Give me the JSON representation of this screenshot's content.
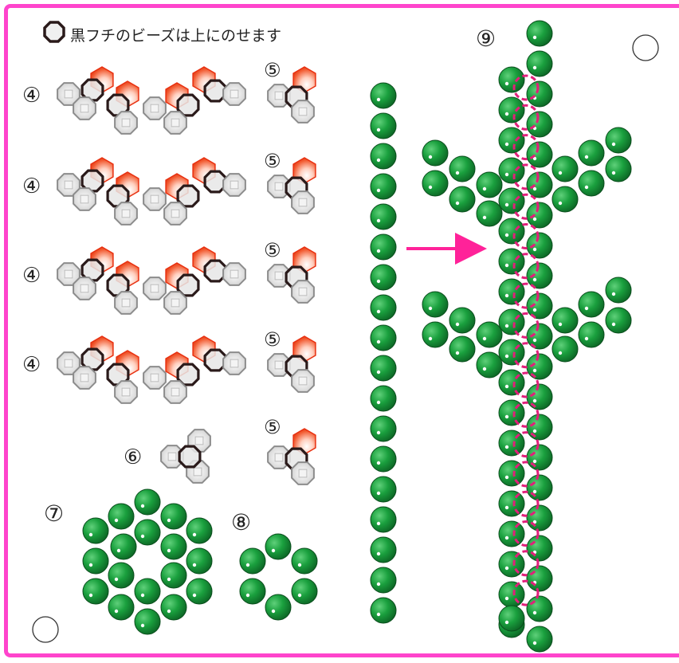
{
  "legend": {
    "text": "黒フチのビーズは上にのせます",
    "icon": "black-outlined-octagon-bead"
  },
  "step_labels": {
    "s4": "④",
    "s5": "⑤",
    "s6": "⑥",
    "s7": "⑦",
    "s8": "⑧",
    "s9": "⑨"
  },
  "colors": {
    "frame": "#ff44cc",
    "arrow": "#ff2299",
    "red_bead": "#e83010",
    "grey_bead": "#d8d8d8",
    "outline_black": "#2a1a1a",
    "green_bead": "#1a9a3a",
    "dashed_ring": "#e0207a"
  },
  "icons": [
    "legend-octagon-icon",
    "arrow-right-icon",
    "empty-circle-icon"
  ]
}
